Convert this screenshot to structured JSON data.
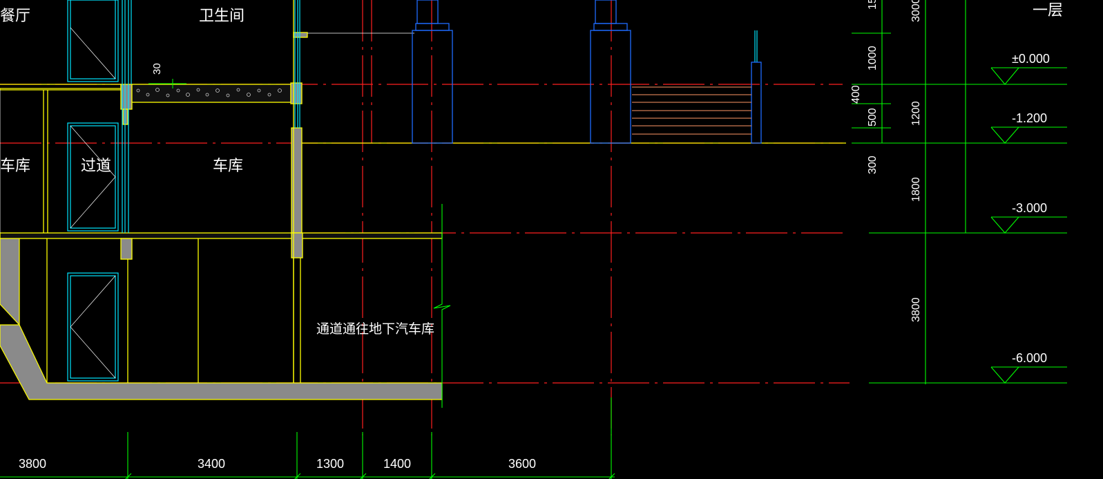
{
  "drawing": {
    "room_labels": {
      "dining": "餐厅",
      "bathroom": "卫生间",
      "garage_left": "车库",
      "corridor": "过道",
      "garage_main": "车库",
      "passage_note": "通道通往地下汽车库"
    },
    "small_dim": "30",
    "bottom_dims": [
      "3800",
      "3400",
      "1300",
      "1400",
      "3600"
    ],
    "right_dims_inner": [
      "15",
      "1000",
      "400",
      "500",
      "300"
    ],
    "right_dims_outer": [
      "3000",
      "1200",
      "1800",
      "3800"
    ],
    "floor_label": "一层",
    "elevations": [
      "±0.000",
      "-1.200",
      "-3.000",
      "-6.000"
    ]
  },
  "colors": {
    "background": "#000000",
    "wall": "#ffff00",
    "dim_line": "#00ff00",
    "axis": "#ff0000",
    "window": "#00ffff",
    "column": "#1e6bff",
    "slab_fill": "#808080",
    "text": "#ffffff"
  }
}
